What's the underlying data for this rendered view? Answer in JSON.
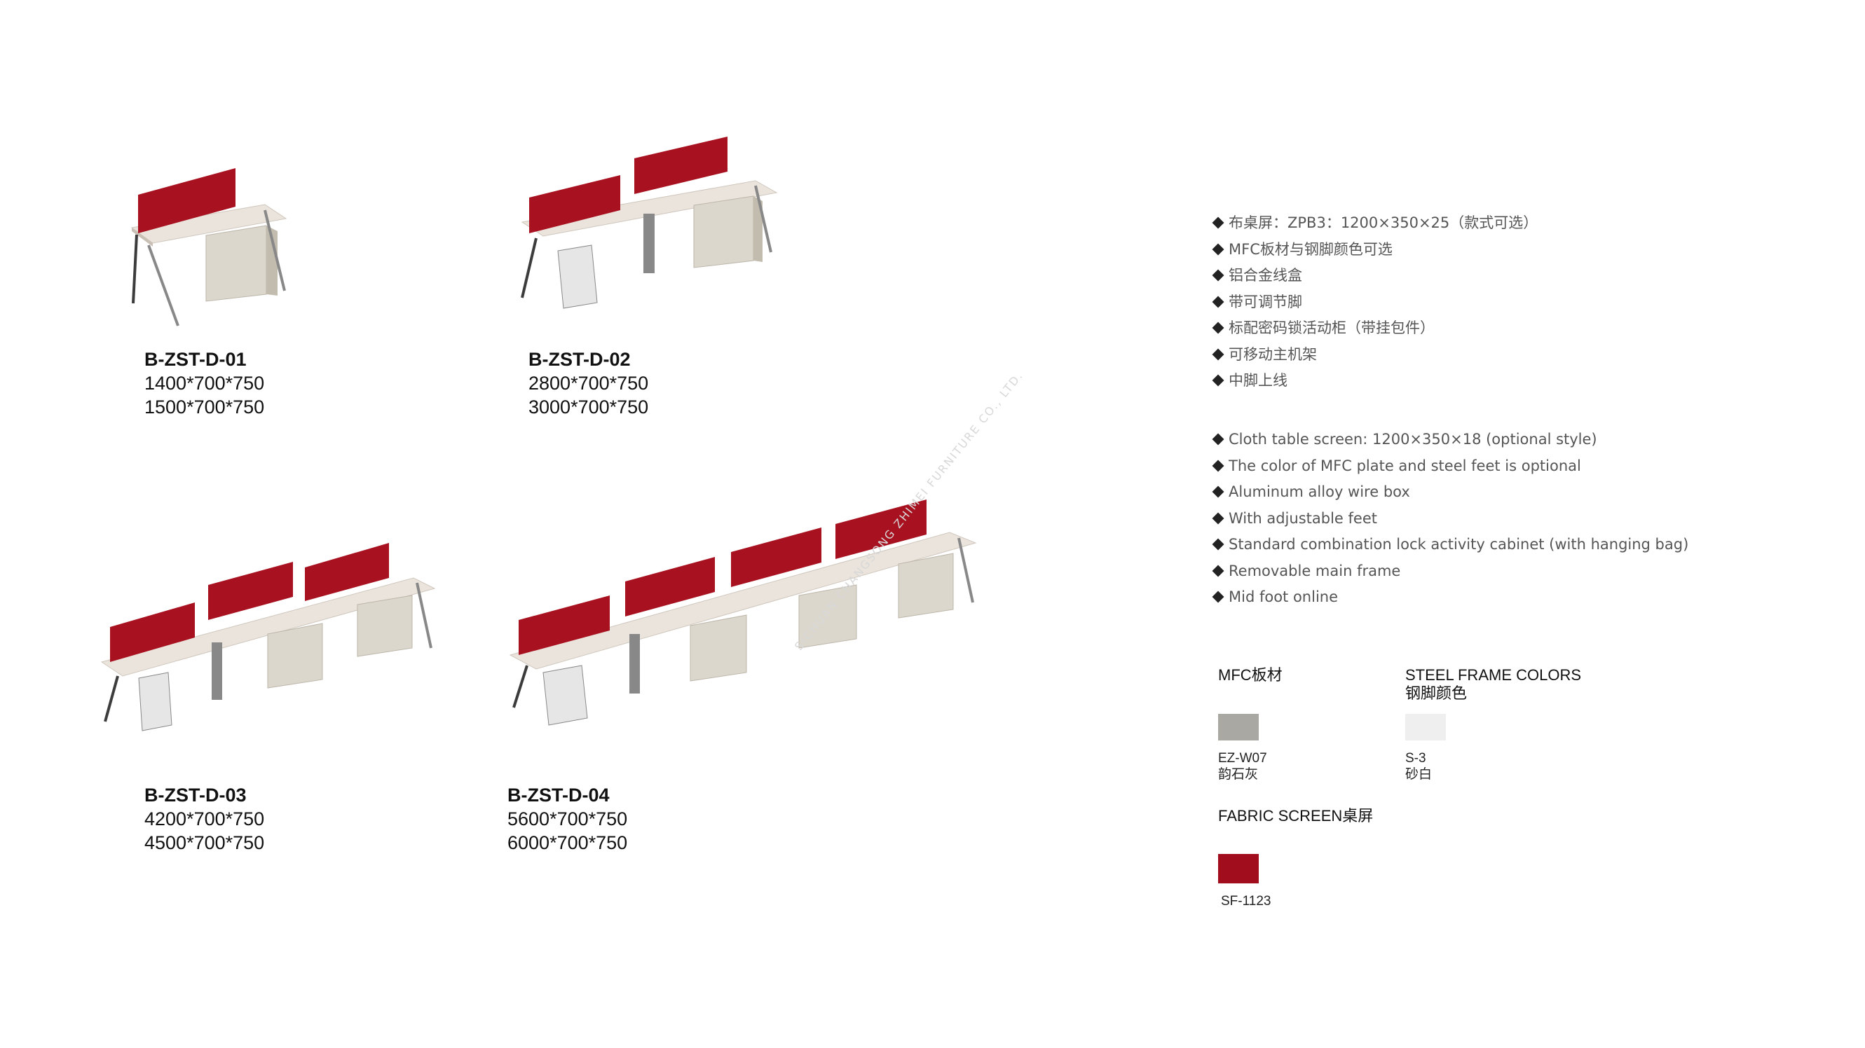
{
  "products": [
    {
      "code": "B-ZST-D-01",
      "sizes": [
        "1400*700*750",
        "1500*700*750"
      ]
    },
    {
      "code": "B-ZST-D-02",
      "sizes": [
        "2800*700*750",
        "3000*700*750"
      ]
    },
    {
      "code": "B-ZST-D-03",
      "sizes": [
        "4200*700*750",
        "4500*700*750"
      ]
    },
    {
      "code": "B-ZST-D-04",
      "sizes": [
        "5600*700*750",
        "6000*700*750"
      ]
    }
  ],
  "features_cn": [
    "布桌屏：ZPB3：1200×350×25（款式可选）",
    "MFC板材与钢脚颜色可选",
    "铝合金线盒",
    "带可调节脚",
    "标配密码锁活动柜（带挂包件）",
    "可移动主机架",
    "中脚上线"
  ],
  "features_en": [
    "Cloth table screen: 1200×350×18 (optional style)",
    "The color of MFC plate and steel feet is optional",
    "Aluminum alloy wire box",
    "With adjustable feet",
    "Standard combination lock activity cabinet (with hanging bag)",
    "Removable main frame",
    "Mid foot online"
  ],
  "swatches": {
    "mfc": {
      "heading": "MFC板材",
      "code": "EZ-W07",
      "name": "韵石灰",
      "color": "#a9a8a3"
    },
    "steel": {
      "heading_en": "STEEL FRAME COLORS",
      "heading_cn": "钢脚颜色",
      "code": "S-3",
      "name": "砂白",
      "color": "#efefef"
    },
    "fabric": {
      "heading": "FABRIC SCREEN桌屏",
      "code": "SF-1123",
      "color": "#a20d1d"
    }
  },
  "watermark": "SICHUAN CHANGSONG ZHIMEI FURNITURE CO., LTD.",
  "colors": {
    "screen_red": "#a8111f",
    "desktop": "#ebe4dd",
    "leg": "#3c3c3c",
    "cabinet": "#dcd7cc"
  }
}
